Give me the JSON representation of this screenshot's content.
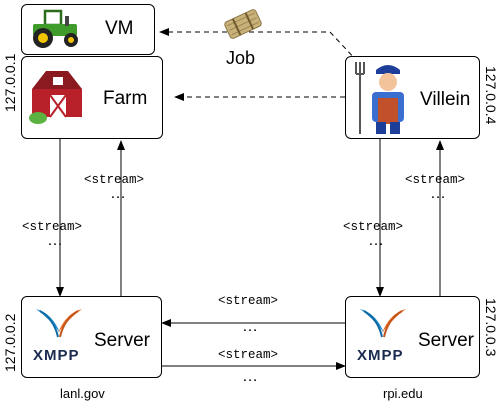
{
  "nodes": {
    "vm": {
      "label": "VM",
      "icon": "tractor-icon"
    },
    "farm": {
      "label": "Farm",
      "ip": "127.0.0.1",
      "icon": "barn-icon"
    },
    "villein": {
      "label": "Villein",
      "ip": "127.0.0.4",
      "icon": "farmer-icon"
    },
    "server_lanl": {
      "label": "Server",
      "ip": "127.0.0.2",
      "domain": "lanl.gov",
      "logo": "XMPP"
    },
    "server_rpi": {
      "label": "Server",
      "ip": "127.0.0.3",
      "domain": "rpi.edu",
      "logo": "XMPP"
    }
  },
  "edges": {
    "job_label": "Job",
    "job_icon": "hay-bale-icon",
    "stream_label": "<stream>",
    "ellipsis": "…"
  },
  "colors": {
    "tractor_green": "#3f9b2a",
    "barn_red": "#b8212a",
    "xmpp_orange": "#e96d1f",
    "xmpp_blue": "#1b8fd2",
    "xmpp_text": "#1a2b4f"
  }
}
